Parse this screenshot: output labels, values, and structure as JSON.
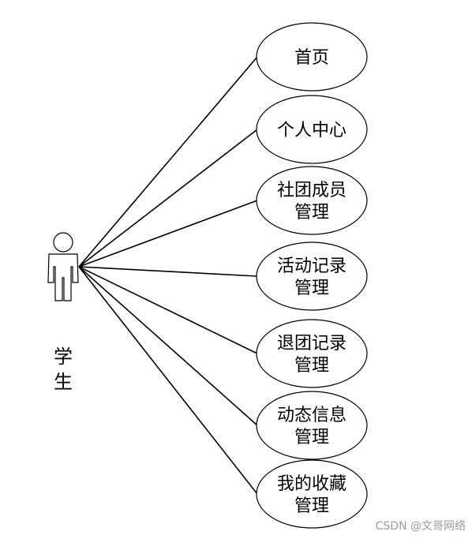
{
  "actor": {
    "label": "学生",
    "icon": "stick-figure-actor-icon"
  },
  "use_cases": [
    {
      "id": "uc-home",
      "lines": [
        "首页"
      ]
    },
    {
      "id": "uc-personal-center",
      "lines": [
        "个人中心"
      ]
    },
    {
      "id": "uc-member-management",
      "lines": [
        "社团成员",
        "管理"
      ]
    },
    {
      "id": "uc-activity-records",
      "lines": [
        "活动记录",
        "管理"
      ]
    },
    {
      "id": "uc-withdraw-records",
      "lines": [
        "退团记录",
        "管理"
      ]
    },
    {
      "id": "uc-news-management",
      "lines": [
        "动态信息",
        "管理"
      ]
    },
    {
      "id": "uc-favorites-management",
      "lines": [
        "我的收藏",
        "管理"
      ]
    }
  ],
  "watermark": "CSDN @文哥网络",
  "colors": {
    "line": "#000000",
    "background": "#ffffff",
    "watermark": "#9a9a9a"
  }
}
